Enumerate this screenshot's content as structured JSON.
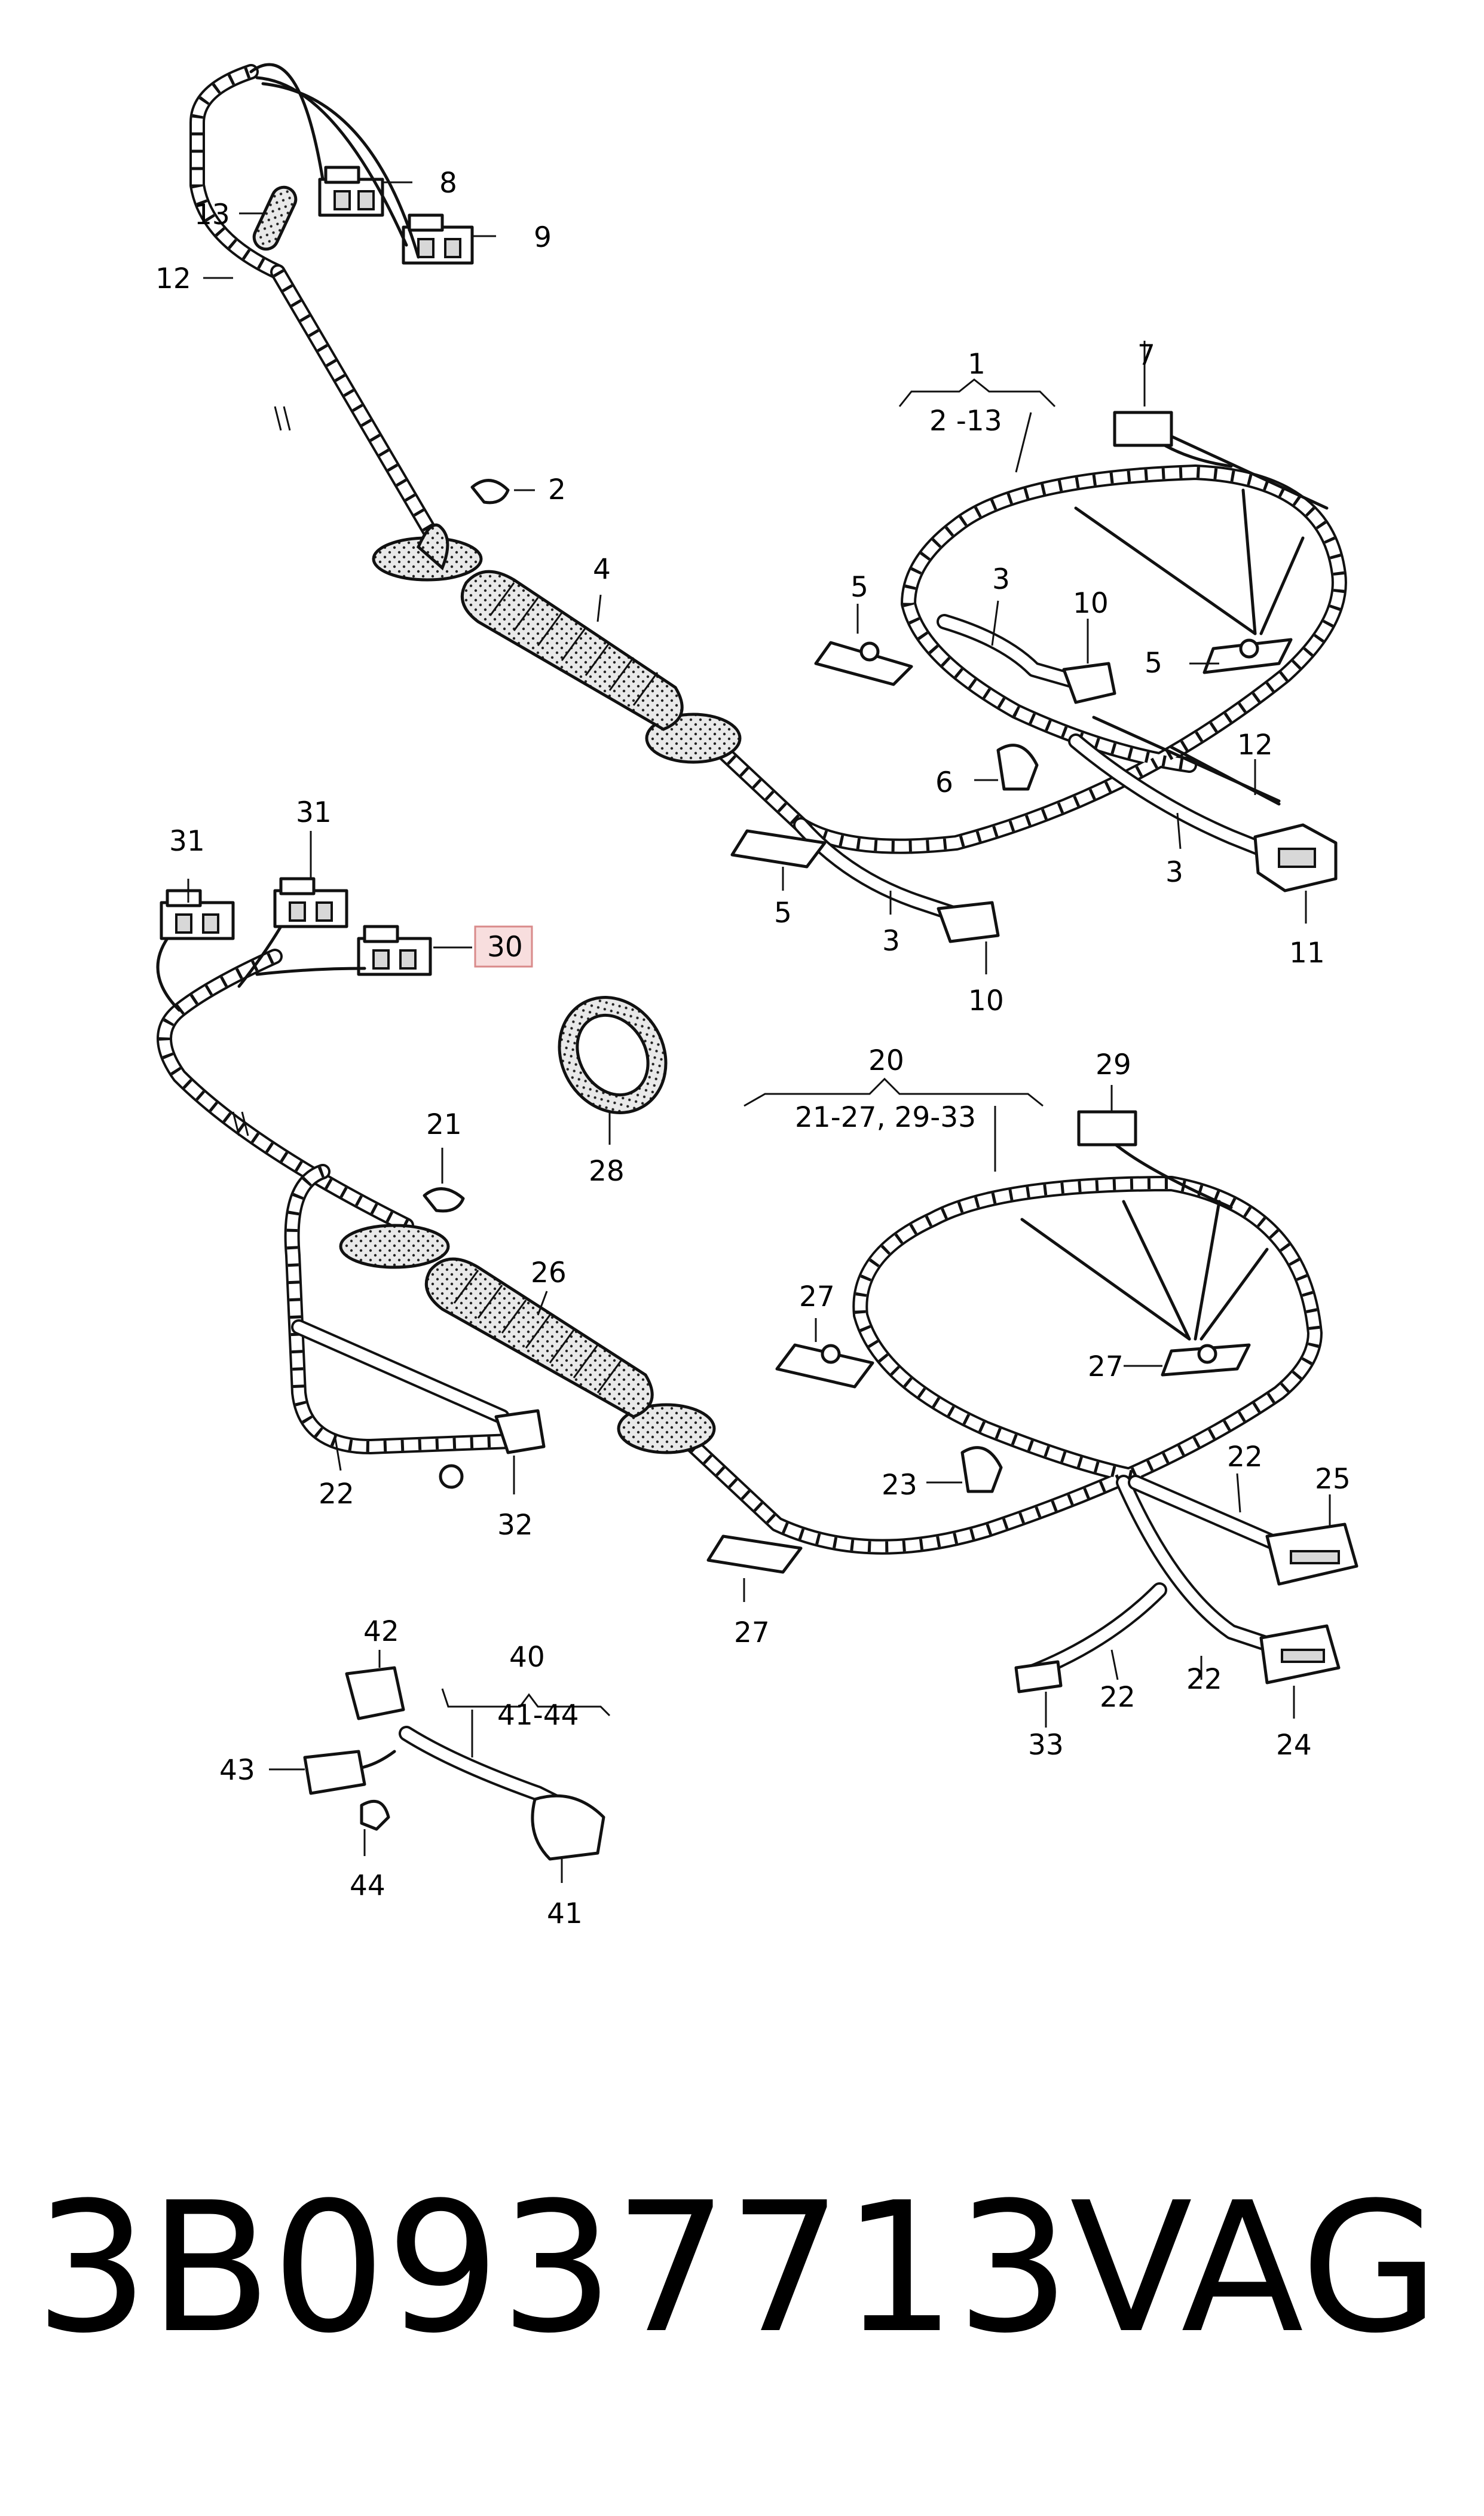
{
  "callouts": {
    "c1": "1",
    "r1": "2 -13",
    "c2": "2",
    "c3a": "3",
    "c3b": "3",
    "c3c": "3",
    "c4": "4",
    "c5a": "5",
    "c5b": "5",
    "c5c": "5",
    "c6": "6",
    "c7": "7",
    "c8": "8",
    "c9": "9",
    "c10a": "10",
    "c10b": "10",
    "c11": "11",
    "c12a": "12",
    "c12b": "12",
    "c13": "13",
    "c20": "20",
    "r20": "21-27,  29-33",
    "c21": "21",
    "c22a": "22",
    "c22b": "22",
    "c22c": "22",
    "c22d": "22",
    "c23": "23",
    "c24": "24",
    "c25": "25",
    "c26": "26",
    "c27a": "27",
    "c27b": "27",
    "c27c": "27",
    "c28": "28",
    "c29": "29",
    "c30": "30",
    "c31a": "31",
    "c31b": "31",
    "c32": "32",
    "c33": "33",
    "c40": "40",
    "r40": "41-44",
    "c41": "41",
    "c42": "42",
    "c43": "43",
    "c44": "44"
  },
  "highlighted_callout": "30",
  "highlight_color": "#f8dede",
  "footer": {
    "part_number": "3B0937713",
    "brand": "VAG"
  }
}
